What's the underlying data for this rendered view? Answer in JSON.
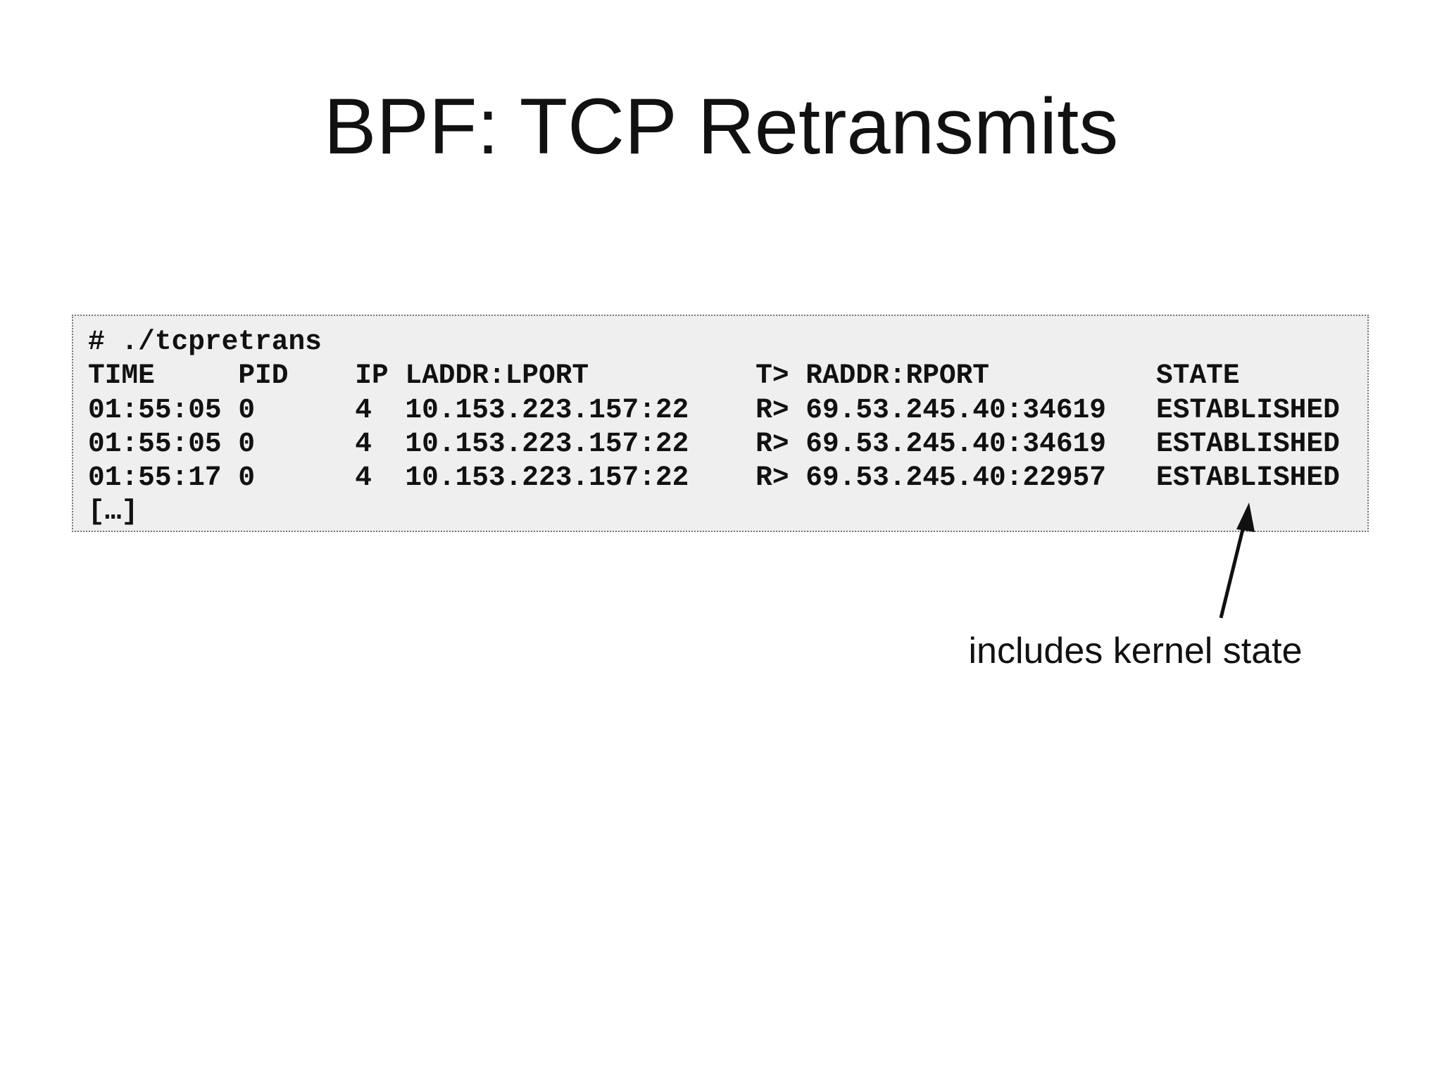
{
  "slide": {
    "title": "BPF: TCP Retransmits",
    "terminal": {
      "command": "# ./tcpretrans",
      "header": "TIME     PID    IP LADDR:LPORT          T> RADDR:RPORT          STATE",
      "rows": [
        "01:55:05 0      4  10.153.223.157:22    R> 69.53.245.40:34619   ESTABLISHED",
        "01:55:05 0      4  10.153.223.157:22    R> 69.53.245.40:34619   ESTABLISHED",
        "01:55:17 0      4  10.153.223.157:22    R> 69.53.245.40:22957   ESTABLISHED"
      ],
      "ellipsis": "[…]"
    },
    "annotation": "includes kernel state",
    "colors": {
      "terminal_bg": "#efefef",
      "text": "#111111"
    }
  }
}
